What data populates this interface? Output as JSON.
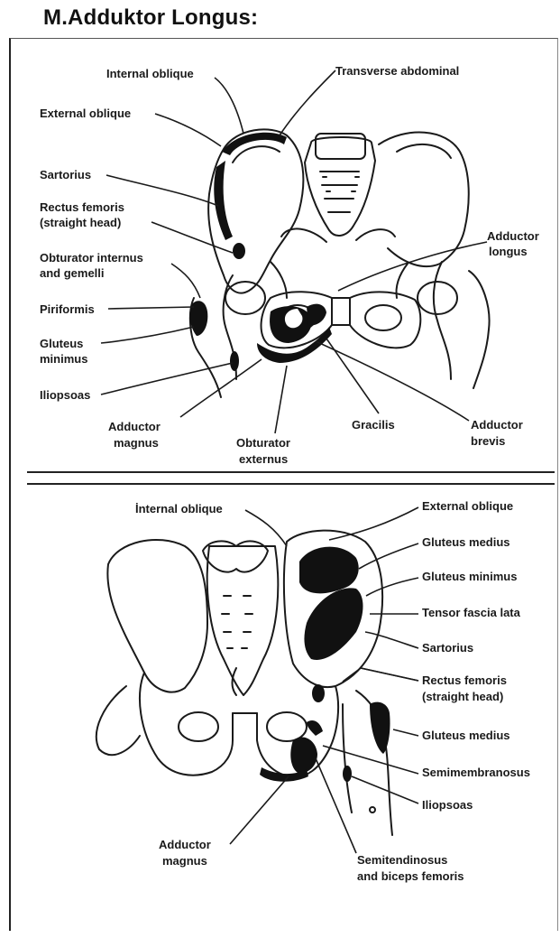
{
  "title": "M.Adduktor Longus:",
  "anterior_view": {
    "labels": {
      "internal_oblique": "Internal oblique",
      "transverse_abdominal": "Transverse abdominal",
      "external_oblique": "External oblique",
      "sartorius": "Sartorius",
      "rectus_femoris_1": "Rectus femoris",
      "rectus_femoris_2": "(straight head)",
      "obturator_internus_1": "Obturator internus",
      "obturator_internus_2": "and gemelli",
      "piriformis": "Piriformis",
      "gluteus_minimus_1": "Gluteus",
      "gluteus_minimus_2": "minimus",
      "iliopsoas": "Iliopsoas",
      "adductor_longus_1": "Adductor",
      "adductor_longus_2": "longus",
      "adductor_magnus_1": "Adductor",
      "adductor_magnus_2": "magnus",
      "obturator_externus_1": "Obturator",
      "obturator_externus_2": "externus",
      "gracilis": "Gracilis",
      "adductor_brevis_1": "Adductor",
      "adductor_brevis_2": "brevis"
    }
  },
  "posterior_view": {
    "labels": {
      "internal_oblique": "İnternal oblique",
      "external_oblique": "External oblique",
      "gluteus_medius": "Gluteus medius",
      "gluteus_minimus": "Gluteus minimus",
      "tensor_fascia_lata": "Tensor fascia lata",
      "sartorius": "Sartorius",
      "rectus_femoris_1": "Rectus femoris",
      "rectus_femoris_2": "(straight head)",
      "gluteus_medius_2": "Gluteus medius",
      "semimembranosus": "Semimembranosus",
      "iliopsoas": "Iliopsoas",
      "adductor_magnus_1": "Adductor",
      "adductor_magnus_2": "magnus",
      "semitendinosus_1": "Semitendinosus",
      "semitendinosus_2": "and biceps femoris"
    }
  }
}
